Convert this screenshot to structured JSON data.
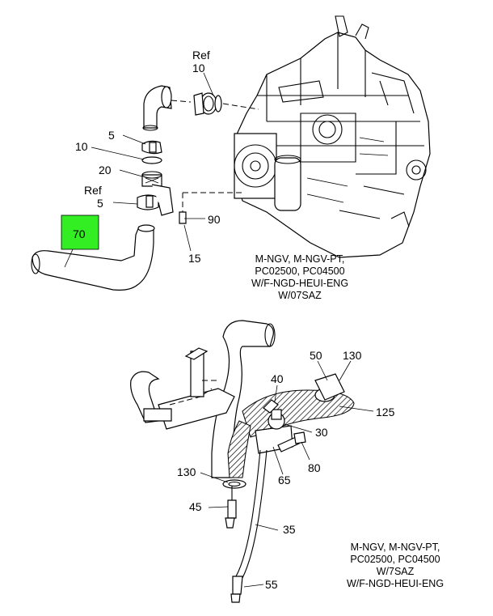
{
  "callouts": {
    "ref_top": "Ref",
    "c10_ref": "10",
    "c5_top": "5",
    "c10_left": "10",
    "c20": "20",
    "ref_mid": "Ref",
    "c5_mid": "5",
    "c70": "70",
    "c90": "90",
    "c15": "15",
    "c50": "50",
    "c130_top": "130",
    "c40": "40",
    "c125": "125",
    "c30": "30",
    "c80": "80",
    "c65": "65",
    "c130_left": "130",
    "c45": "45",
    "c35": "35",
    "c55": "55"
  },
  "notes": {
    "top": [
      "M-NGV, M-NGV-PT,",
      "PC02500, PC04500",
      "W/F-NGD-HEUI-ENG",
      "W/07SAZ"
    ],
    "bottom": [
      "M-NGV, M-NGV-PT,",
      "PC02500, PC04500",
      "W/7SAZ",
      "W/F-NGD-HEUI-ENG"
    ]
  },
  "highlight_color": "#33ee22"
}
